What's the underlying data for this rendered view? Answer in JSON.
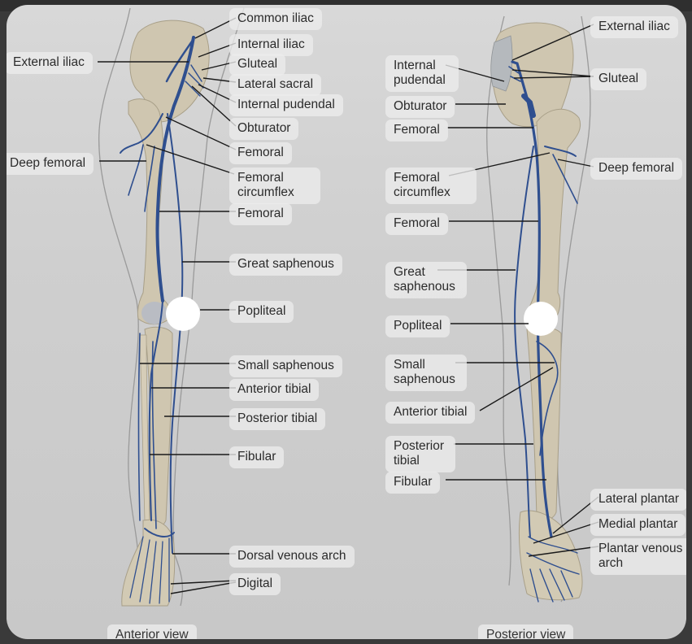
{
  "anterior": {
    "view_label": "Anterior view",
    "labels": {
      "common_iliac": "Common iliac",
      "internal_iliac": "Internal iliac",
      "external_iliac": "External iliac",
      "gluteal": "Gluteal",
      "lateral_sacral": "Lateral sacral",
      "internal_pudendal": "Internal pudendal",
      "obturator": "Obturator",
      "femoral_1": "Femoral",
      "deep_femoral": "Deep femoral",
      "femoral_circumflex": "Femoral circumflex",
      "femoral_2": "Femoral",
      "great_saphenous": "Great saphenous",
      "popliteal": "Popliteal",
      "small_saphenous": "Small saphenous",
      "anterior_tibial": "Anterior tibial",
      "posterior_tibial": "Posterior tibial",
      "fibular": "Fibular",
      "dorsal_venous_arch": "Dorsal venous arch",
      "digital": "Digital"
    }
  },
  "posterior": {
    "view_label": "Posterior view",
    "labels": {
      "external_iliac": "External iliac",
      "internal_pudendal": "Internal pudendal",
      "gluteal": "Gluteal",
      "obturator": "Obturator",
      "femoral_1": "Femoral",
      "deep_femoral": "Deep femoral",
      "femoral_circumflex": "Femoral circumflex",
      "femoral_2": "Femoral",
      "great_saphenous": "Great saphenous",
      "popliteal": "Popliteal",
      "small_saphenous": "Small saphenous",
      "anterior_tibial": "Anterior tibial",
      "posterior_tibial": "Posterior tibial",
      "fibular": "Fibular",
      "lateral_plantar": "Lateral plantar",
      "medial_plantar": "Medial plantar",
      "plantar_venous_arch": "Plantar venous arch"
    }
  },
  "colors": {
    "vein": "#2f4f8f",
    "bone": "#cfc6b0",
    "skin_outline": "#8a8a8a",
    "leader_line": "#1a1a1a",
    "popliteal_marker": "#ffffff"
  }
}
